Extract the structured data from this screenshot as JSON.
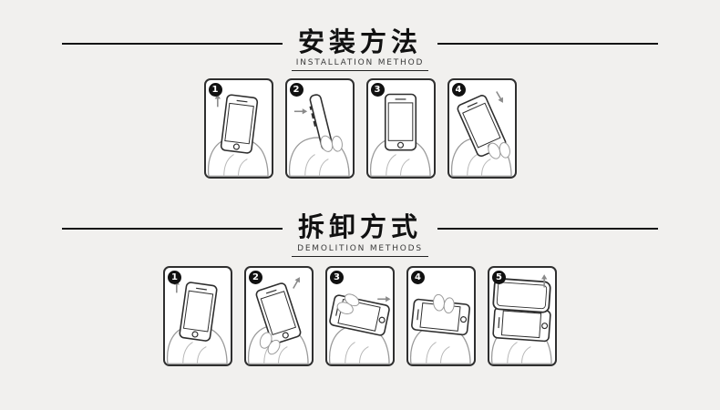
{
  "page": {
    "background": "#f1f0ee",
    "accent": "#111111"
  },
  "sections": [
    {
      "title_cn": "安装方法",
      "title_en": "INSTALLATION METHOD",
      "steps": [
        {
          "number": "1",
          "icon": "hand-inserting-phone-icon"
        },
        {
          "number": "2",
          "icon": "hand-pressing-bumper-side-icon"
        },
        {
          "number": "3",
          "icon": "hand-holding-phone-icon"
        },
        {
          "number": "4",
          "icon": "hand-snapping-corner-icon"
        }
      ]
    },
    {
      "title_cn": "拆卸方式",
      "title_en": "DEMOLITION METHODS",
      "steps": [
        {
          "number": "1",
          "icon": "hand-holding-phone-icon"
        },
        {
          "number": "2",
          "icon": "thumb-pushing-corner-icon"
        },
        {
          "number": "3",
          "icon": "peeling-bumper-corner-icon"
        },
        {
          "number": "4",
          "icon": "pressing-bumper-flat-icon"
        },
        {
          "number": "5",
          "icon": "lifting-bumper-off-icon"
        }
      ]
    }
  ]
}
